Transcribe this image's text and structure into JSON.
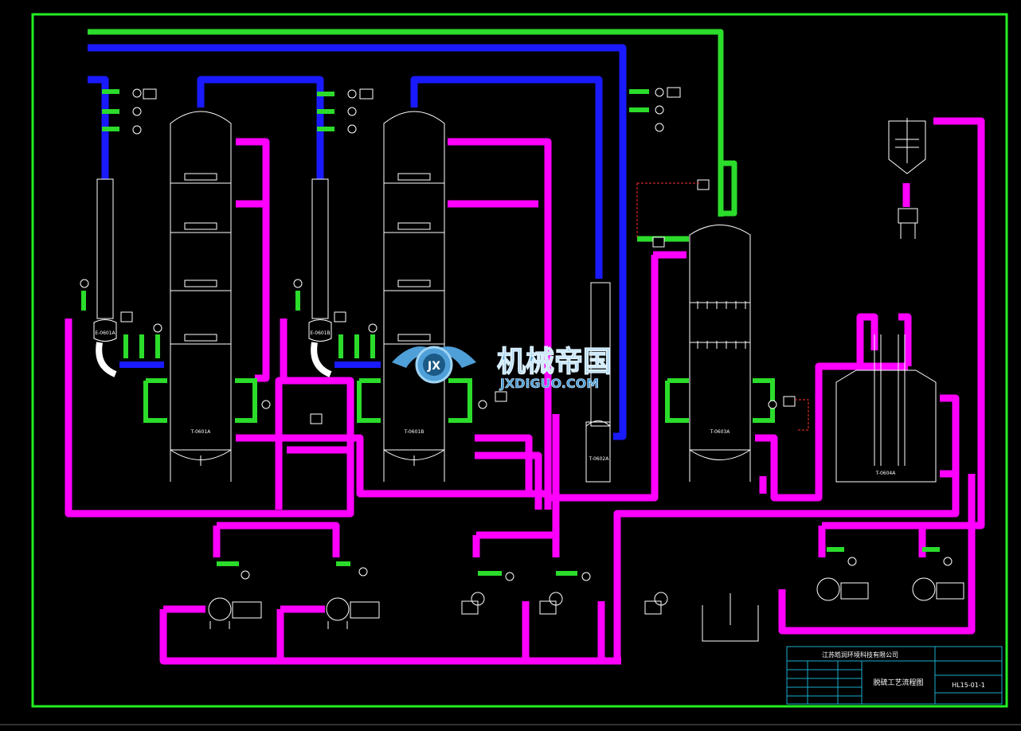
{
  "colors": {
    "background": "#000000",
    "frame": "#22ee22",
    "gas_line": "#2bdc2b",
    "vapor_line": "#1a1aff",
    "liquid_line": "#ff00ff",
    "equipment": "#ffffff",
    "instrument": "#ffffff",
    "watermark_blue": "#4f9fd8"
  },
  "title_block": {
    "company": "江苏皓润环境科技有限公司",
    "drawing_title": "脱硫工艺流程图",
    "drawing_no": "HL15-01-1"
  },
  "watermark": {
    "logo_glyph": "JX",
    "name": "机械帝国",
    "url": "JXDIGUO.COM"
  },
  "equipment_tags": [
    "T-0601A",
    "T-0601B",
    "T-0602A",
    "T-0603A",
    "E-0601A",
    "E-0601B",
    "T-0604A"
  ]
}
